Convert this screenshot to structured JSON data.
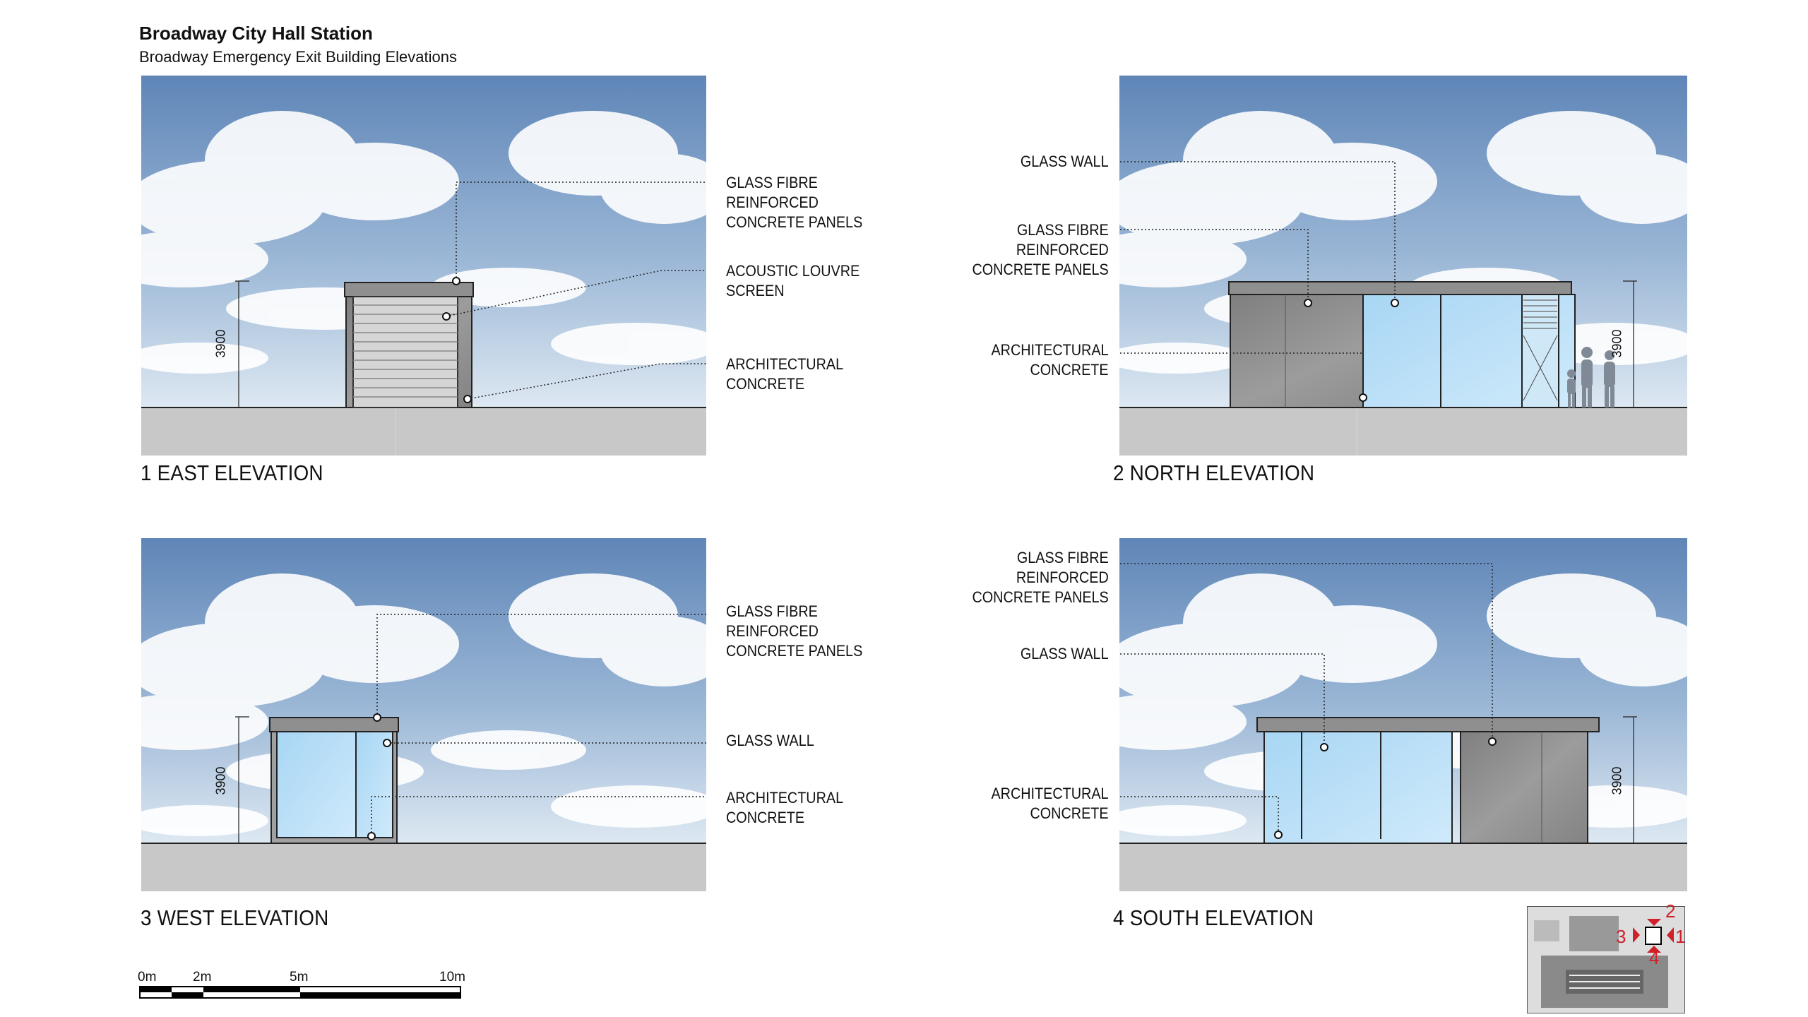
{
  "header": {
    "title": "Broadway City Hall Station",
    "subtitle": "Broadway Emergency Exit Building Elevations"
  },
  "elevations": [
    {
      "label": "1 EAST ELEVATION",
      "dimension": "3900",
      "callouts": [
        "GLASS FIBRE\nREINFORCED\nCONCRETE PANELS",
        "ACOUSTIC LOUVRE\nSCREEN",
        "ARCHITECTURAL\nCONCRETE"
      ]
    },
    {
      "label": "2 NORTH ELEVATION",
      "dimension": "3900",
      "callouts": [
        "GLASS WALL",
        "GLASS FIBRE\nREINFORCED\nCONCRETE PANELS",
        "ARCHITECTURAL\nCONCRETE"
      ]
    },
    {
      "label": "3 WEST ELEVATION",
      "dimension": "3900",
      "callouts": [
        "GLASS FIBRE\nREINFORCED\nCONCRETE PANELS",
        "GLASS WALL",
        "ARCHITECTURAL\nCONCRETE"
      ]
    },
    {
      "label": "4 SOUTH ELEVATION",
      "dimension": "3900",
      "callouts": [
        "GLASS FIBRE\nREINFORCED\nCONCRETE PANELS",
        "GLASS WALL",
        "ARCHITECTURAL\nCONCRETE"
      ]
    }
  ],
  "scale_bar": {
    "ticks": [
      "0m",
      "2m",
      "5m",
      "10m"
    ]
  },
  "key_plan": {
    "markers": [
      "1",
      "2",
      "3",
      "4"
    ],
    "accent": "#d0202a"
  },
  "colors": {
    "sky_top": "#5f86b8",
    "sky_bottom": "#d9e6f1",
    "ground": "#c8c8c8",
    "glass": "#b3dcf5",
    "concrete": "#8c8c8c"
  }
}
